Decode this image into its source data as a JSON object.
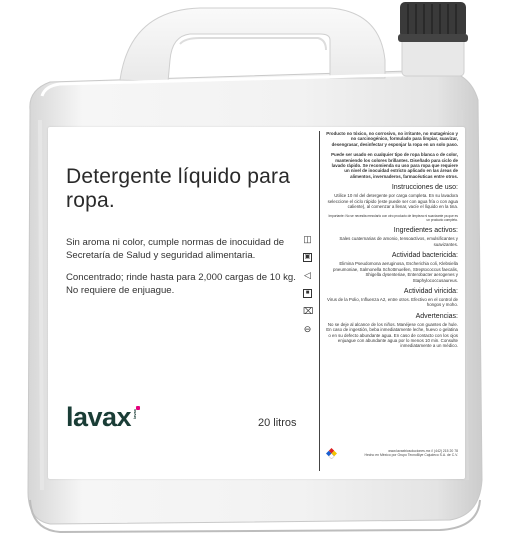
{
  "product": {
    "title": "Detergente líquido para ropa.",
    "description_1": "Sin aroma ni color, cumple normas de inocuidad de Secretaría de Salud y seguridad alimentaria.",
    "description_2": "Concentrado; rinde hasta para 2,000 cargas de 10 kg. No requiere de enjuague.",
    "brand": "lavax",
    "brand_sub": "lavax",
    "volume": "20 litros"
  },
  "right_panel": {
    "intro": "Producto no tóxico, no corrosivo, no irritante, no mutagénico y no carcinogénico, formulado para limpiar, suavizar, desengrasar, desinfectar y esponjar la ropa en un solo paso.",
    "usage_note": "Puede ser usado en cualquier tipo de ropa blanca o de color, manteniendo los colores brillantes. Diseñado para ciclo de lavado rápido. Se recomienda su uso para ropa que requiere un nivel de inocuidad estricto aplicado en las áreas de alimentos, invernaderos, farmacéuticas entre otros.",
    "instructions_heading": "Instrucciones de uso:",
    "instructions_text": "Utilice 10 ml del detergente por carga completa. En su lavadora seleccione el ciclo rápido (este puede ser con agua fría o con agua caliente), al comenzar a llenar, vacíe el líquido en la tina.",
    "instructions_note": "Importante: No se necesita mezclarlo con otro producto de limpieza ni suavizante ya que es un producto completo.",
    "ingredients_heading": "Ingredientes activos:",
    "ingredients_text": "Sales cuaternarias de amonio, tensoactivos, emulsificantes y suavizantes.",
    "bactericidal_heading": "Actividad bactericida:",
    "bactericidal_text": "Elimina Pseudomona aeruginosa, Escherichia coli, Klebsiella pneumoniae, Salmonella Schottmuellen, Streptococcus faecalis, Shigella dysenteriae, Enterobacter aerogenes y Staphylococcusaureus.",
    "viricidal_heading": "Actividad viricida:",
    "viricidal_text": "Virus de la Polio, Influenza A2, entre otros. Efectivo en el control de hongos y moho.",
    "warnings_heading": "Advertencias:",
    "warnings_text": "No se deje al alcance de los niños. Manéjese con guantes de hule. En caso de ingestión, beba inmediatamente leche, huevo o gelatina o en su defecto abundante agua. En caso de contacto con los ojos enjuague con abundante agua por lo menos 10 min. Consulte inmediatamente a un médico.",
    "footer_line1": "www.lavaxbiosoluciones.mx  //  (442) 215 20 78",
    "footer_line2": "Hecho en México por Grupo TecnoBiye Cajudeco S.A. de C.V."
  },
  "icons": [
    "jug-icon",
    "sign-icon",
    "triangle-icon",
    "square-icon",
    "crossed-box-icon",
    "no-mix-icon"
  ],
  "colors": {
    "brand": "#1a3d36",
    "accent": "#e5007d",
    "cap": "#3a3a3a",
    "body": "#f2f2f2"
  }
}
